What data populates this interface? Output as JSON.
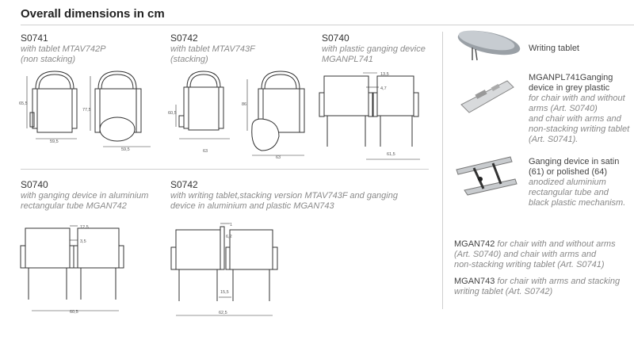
{
  "title": "Overall dimensions in cm",
  "products": {
    "p1": {
      "code": "S0741",
      "line1": "with tablet MTAV742P",
      "line2": "(non stacking)"
    },
    "p2": {
      "code": "S0742",
      "line1": "with tablet MTAV743F",
      "line2": "(stacking)"
    },
    "p3": {
      "code": "S0740",
      "line1": "with plastic ganging device",
      "line2": "MGANPL741"
    },
    "p4": {
      "code": "S0740",
      "line1": "with ganging device in aluminium",
      "line2": "rectangular tube MGAN742"
    },
    "p5": {
      "code": "S0742",
      "line1": "with writing tablet,stacking version MTAV743F and ganging",
      "line2": "device in aluminium and plastic MGAN743"
    }
  },
  "dims": {
    "d_65_5": "65,5",
    "d_59_5a": "59,5",
    "d_77_5": "77,5",
    "d_59_5b": "59,5",
    "d_60_5a": "60,5",
    "d_86": "86",
    "d_63a": "63",
    "d_63b": "63",
    "d_13_5": "13,5",
    "d_4_7": "4,7",
    "d_61_5": "61,5",
    "d_12_5": "12,5",
    "d_3_5": "3,5",
    "d_60_5b": "60,5",
    "d_1": "1",
    "d_6_2": "6,2",
    "d_15_5": "15,5",
    "d_62_5": "62,5"
  },
  "right": {
    "tablet_label": "Writing tablet",
    "mganpl_code": "MGANPL741Ganging",
    "mganpl_line2": "device in grey plastic",
    "mganpl_line3": "for chair with and without",
    "mganpl_line4": "arms (Art. S0740)",
    "mganpl_line5": "and chair with arms and",
    "mganpl_line6": "non-stacking writing tablet",
    "mganpl_line7": "(Art. S0741).",
    "device_line1": "Ganging device in satin",
    "device_line2": "(61) or polished (64)",
    "device_line3": "anodized aluminium",
    "device_line4": "rectangular tube and",
    "device_line5": "black plastic mechanism.",
    "mgan742_code": "MGAN742",
    "mgan742_rest": "for chair with and without arms",
    "mgan742_line2": "(Art. S0740) and chair with arms and",
    "mgan742_line3": "non-stacking writing tablet (Art. S0741)",
    "mgan743_code": "MGAN743",
    "mgan743_rest": "for chair with arms and stacking",
    "mgan743_line2": "writing tablet (Art. S0742)"
  }
}
